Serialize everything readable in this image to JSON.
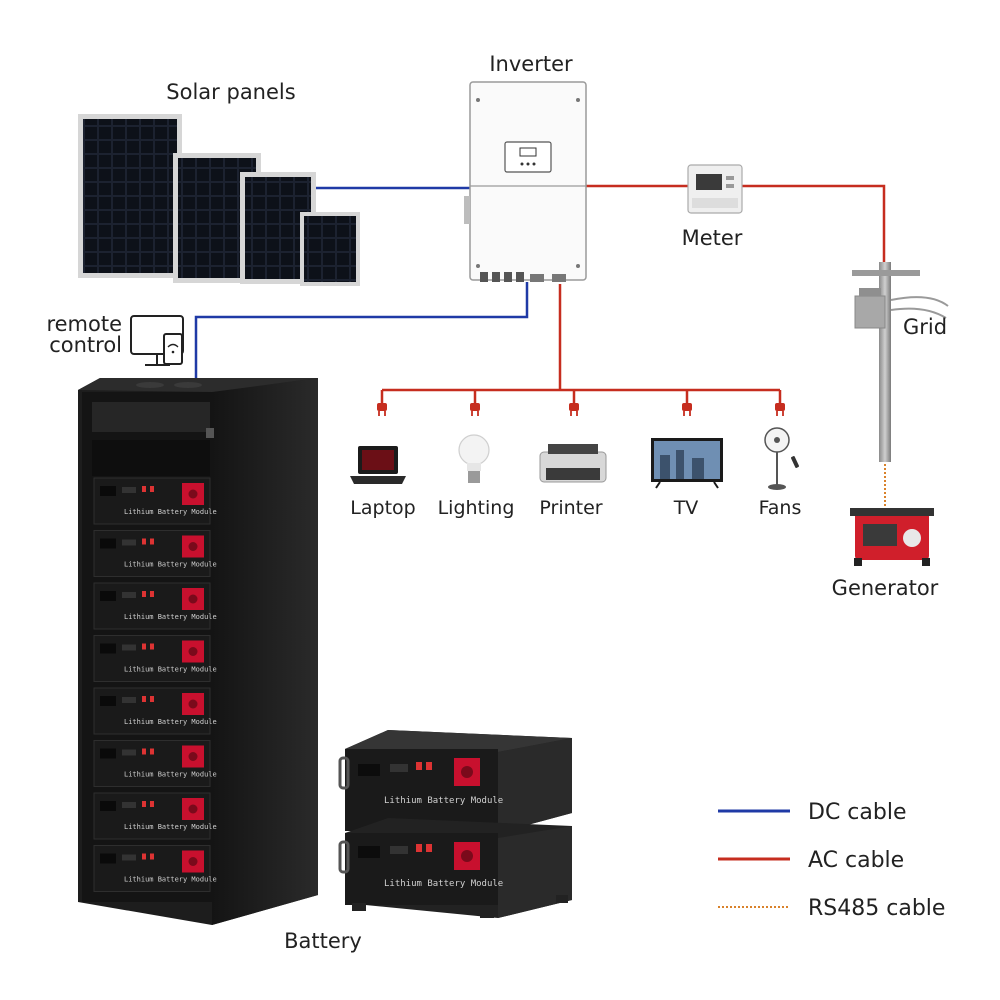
{
  "labels": {
    "solar_panels": "Solar panels",
    "inverter": "Inverter",
    "meter": "Meter",
    "grid": "Grid",
    "remote_control_line1": "remote",
    "remote_control_line2": "control",
    "generator": "Generator",
    "battery": "Battery"
  },
  "loads": [
    {
      "label": "Laptop",
      "icon": "laptop-icon"
    },
    {
      "label": "Lighting",
      "icon": "light-bulb-icon"
    },
    {
      "label": "Printer",
      "icon": "printer-icon"
    },
    {
      "label": "TV",
      "icon": "tv-icon"
    },
    {
      "label": "Fans",
      "icon": "fan-icon"
    }
  ],
  "legend": [
    {
      "label": "DC cable",
      "color": "#1f3aa6",
      "style": "solid"
    },
    {
      "label": "AC cable",
      "color": "#c62d1f",
      "style": "solid"
    },
    {
      "label": "RS485 cable",
      "color": "#d9822b",
      "style": "dotted"
    }
  ],
  "battery_module_text": "Lithium Battery Module",
  "colors": {
    "dc_cable": "#1f3aa6",
    "ac_cable": "#c62d1f",
    "rs485_cable": "#d9822b",
    "battery_terminal": "#c8102e"
  }
}
